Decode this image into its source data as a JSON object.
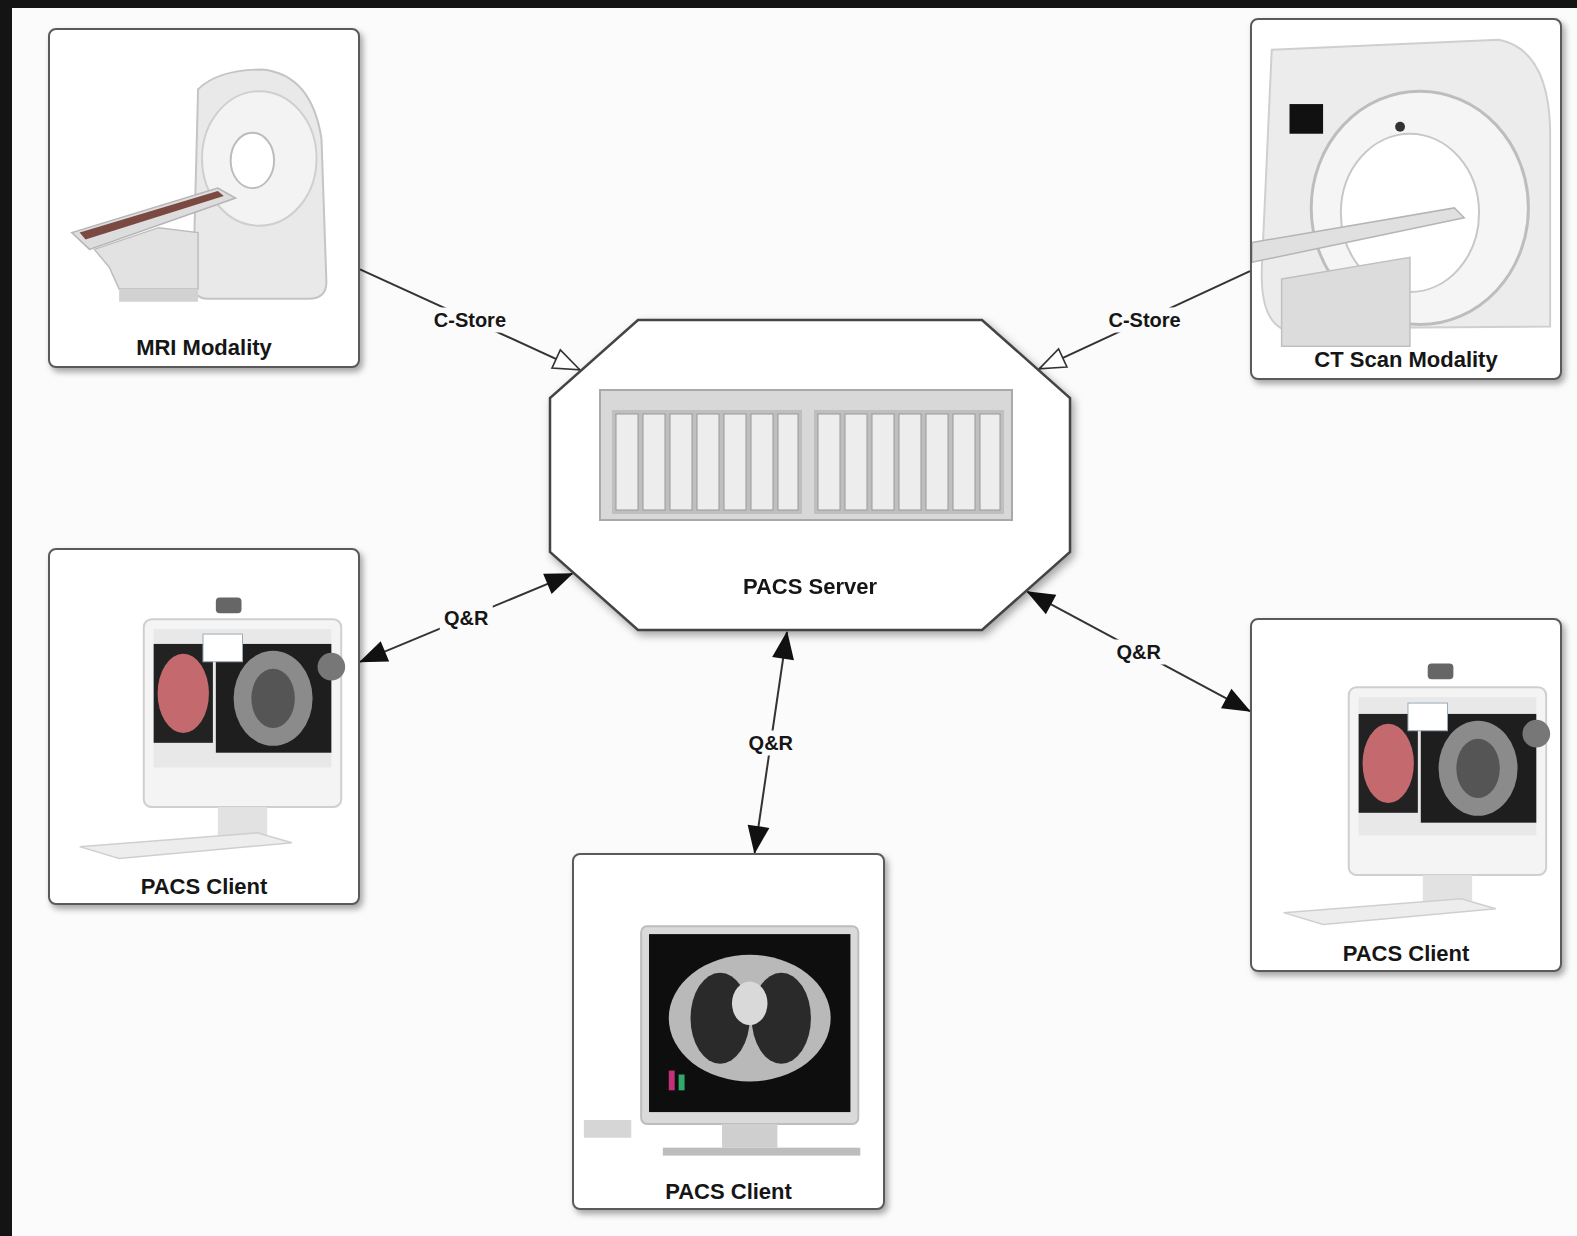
{
  "diagram": {
    "nodes": [
      {
        "text": [
          "MRI Modality"
        ]
      },
      {
        "text": [
          "CT Scan Modality"
        ]
      },
      {
        "text": [
          "PACS Server"
        ]
      },
      {
        "text": [
          "PACS Client"
        ]
      },
      {
        "text": [
          "PACS Client"
        ]
      },
      {
        "text": [
          "PACS Client"
        ]
      }
    ],
    "edges": [
      {
        "from": 0,
        "to": 2,
        "label": "C-Store",
        "arrow": "to"
      },
      {
        "from": 1,
        "to": 2,
        "label": "C-Store",
        "arrow": "to"
      },
      {
        "from": 2,
        "to": 3,
        "label": "Q&R",
        "arrow": "both"
      },
      {
        "from": 2,
        "to": 5,
        "label": "Q&R",
        "arrow": "both"
      },
      {
        "from": 2,
        "to": 4,
        "label": "Q&R",
        "arrow": "both"
      }
    ]
  }
}
